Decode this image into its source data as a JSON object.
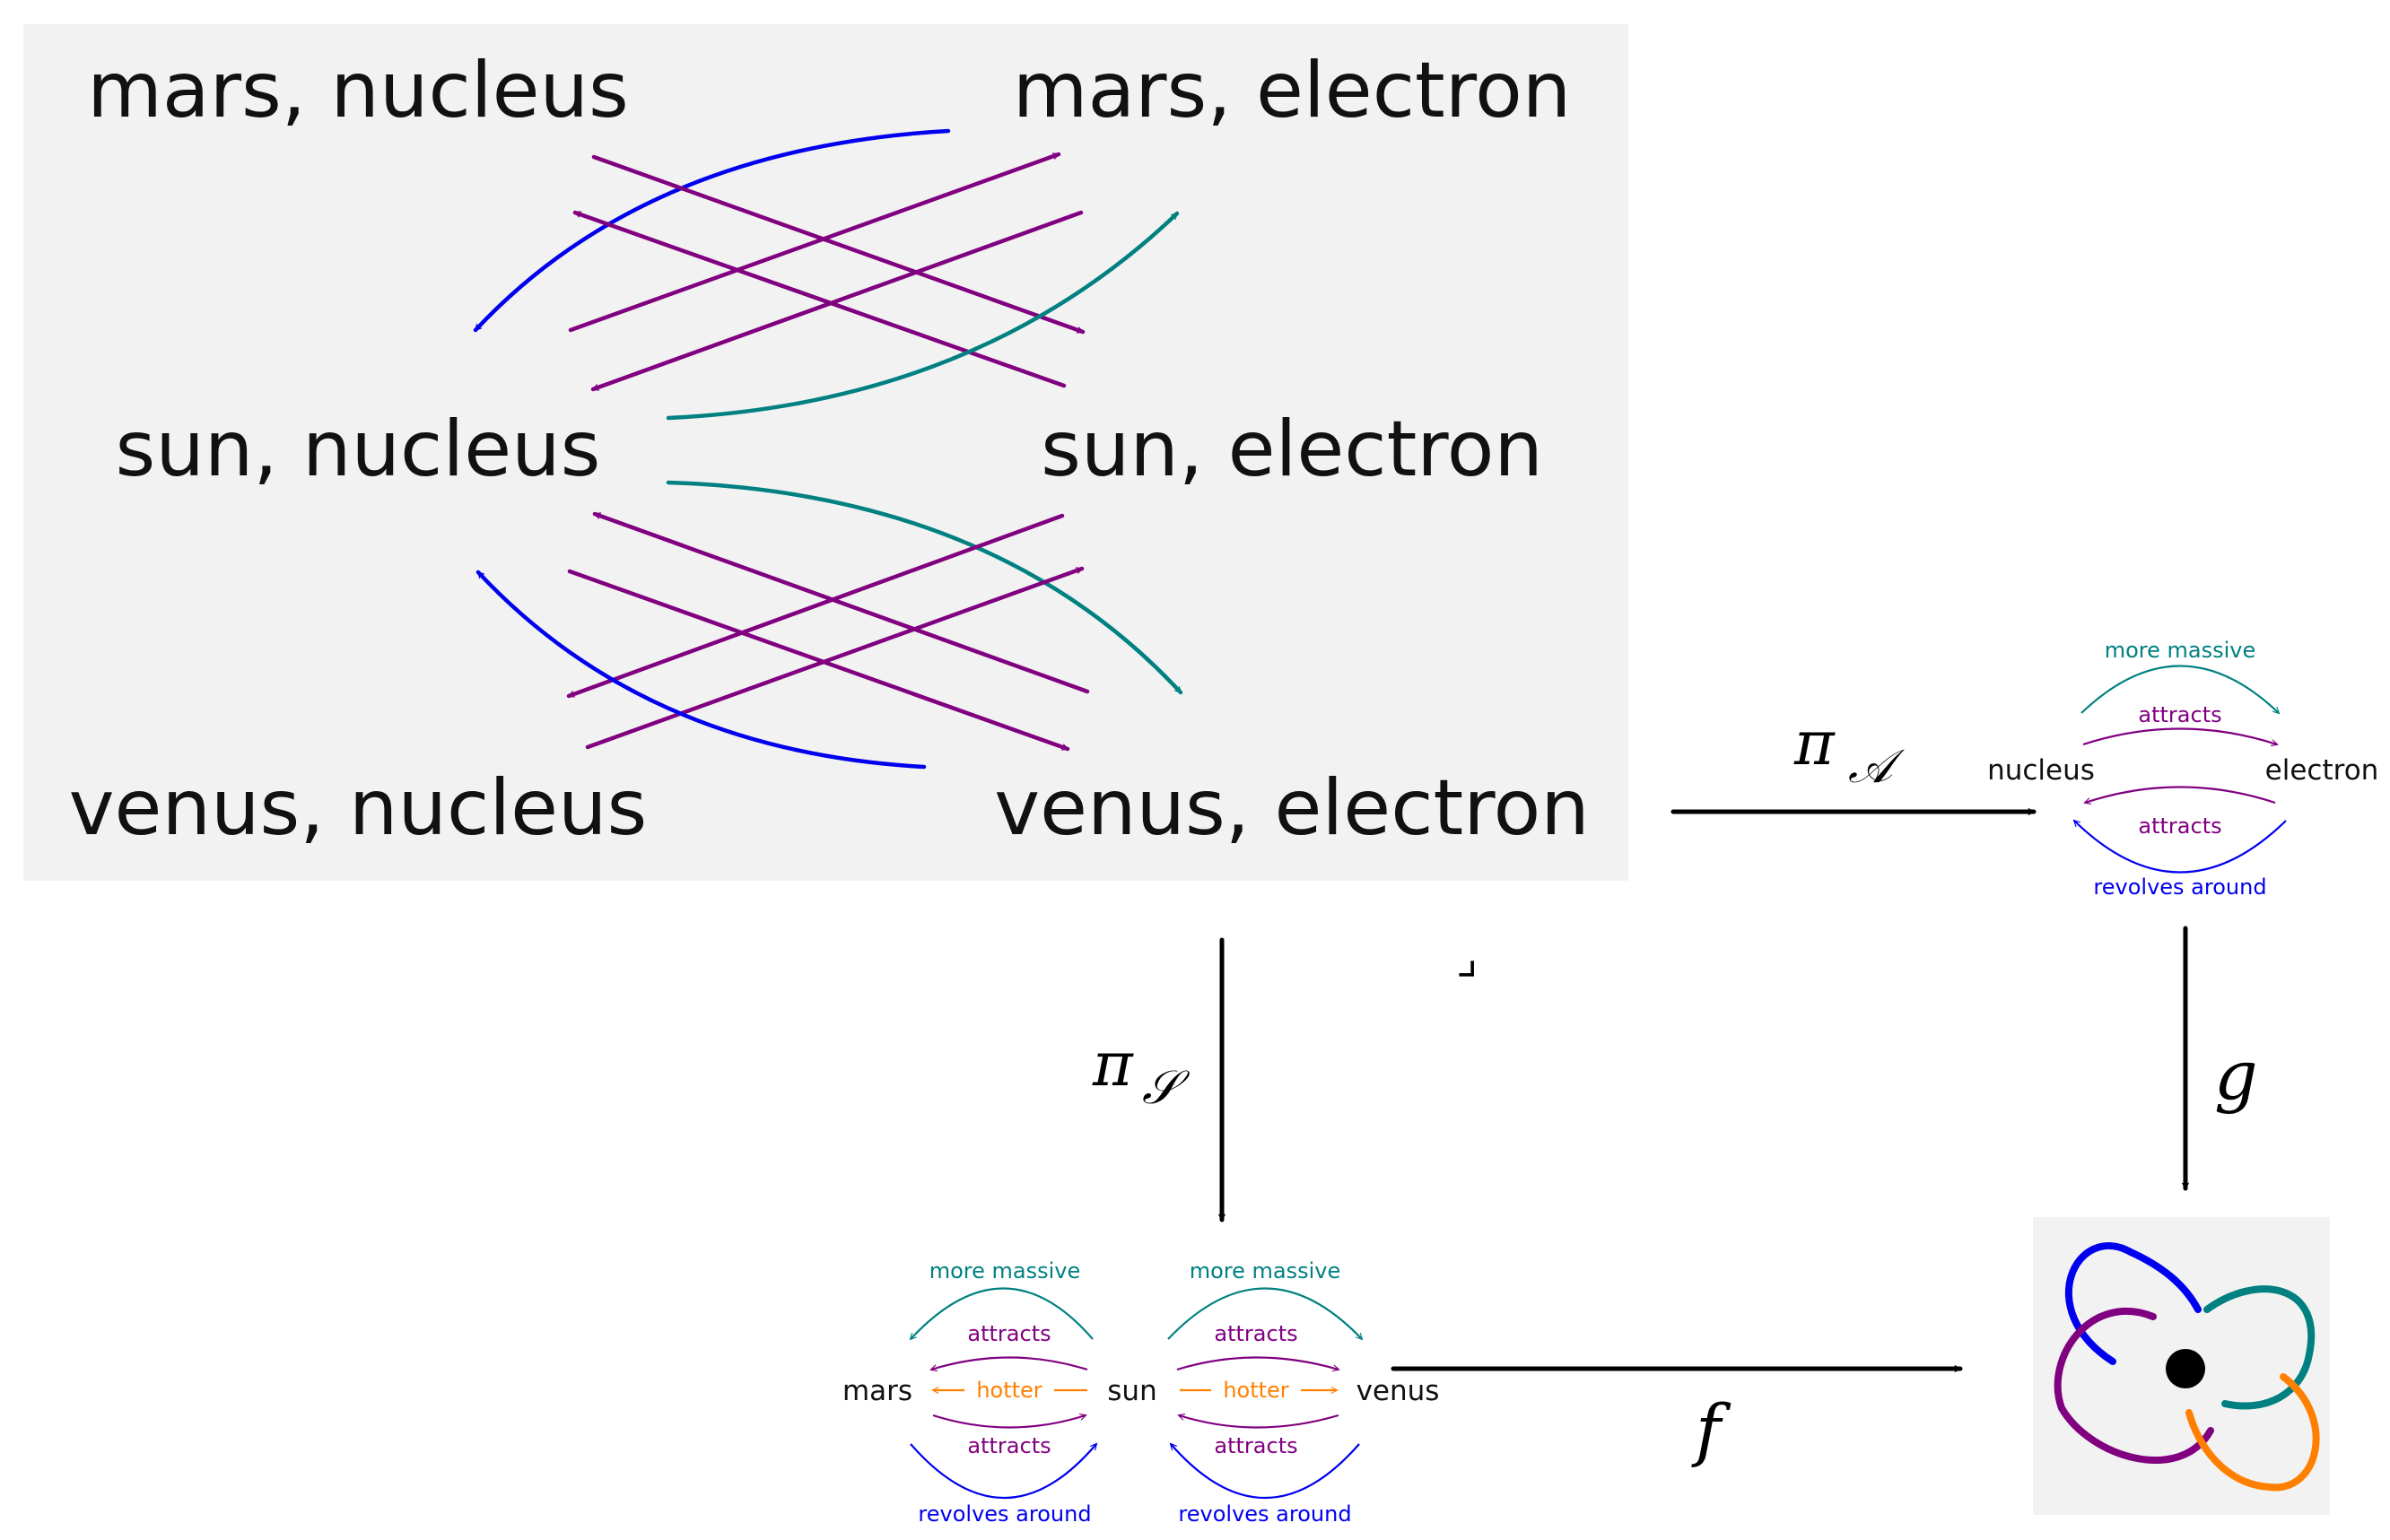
{
  "colors": {
    "panel": "#f2f2f2",
    "purple": "#800080",
    "blue": "#0000ee",
    "teal": "#008080",
    "orange": "#ff8000",
    "black": "#000000"
  },
  "product": {
    "mars_nucleus": "mars, nucleus",
    "mars_electron": "mars, electron",
    "sun_nucleus": "sun, nucleus",
    "sun_electron": "sun, electron",
    "venus_nucleus": "venus, nucleus",
    "venus_electron": "venus, electron"
  },
  "atom": {
    "nucleus": "nucleus",
    "electron": "electron",
    "more_massive": "more massive",
    "attracts_top": "attracts",
    "attracts_bottom": "attracts",
    "revolves_around": "revolves around"
  },
  "solar": {
    "mars": "mars",
    "sun": "sun",
    "venus": "venus",
    "left_more_massive": "more massive",
    "right_more_massive": "more massive",
    "left_attracts_top": "attracts",
    "right_attracts_top": "attracts",
    "left_hotter": "hotter",
    "right_hotter": "hotter",
    "left_attracts_bottom": "attracts",
    "right_attracts_bottom": "attracts",
    "left_revolves_around": "revolves around",
    "right_revolves_around": "revolves around"
  },
  "maps": {
    "pi_a": "π",
    "pi_a_sub": "𝒜",
    "pi_s": "π",
    "pi_s_sub": "𝒮",
    "f": "f",
    "g": "g",
    "pullback": "⌟"
  }
}
